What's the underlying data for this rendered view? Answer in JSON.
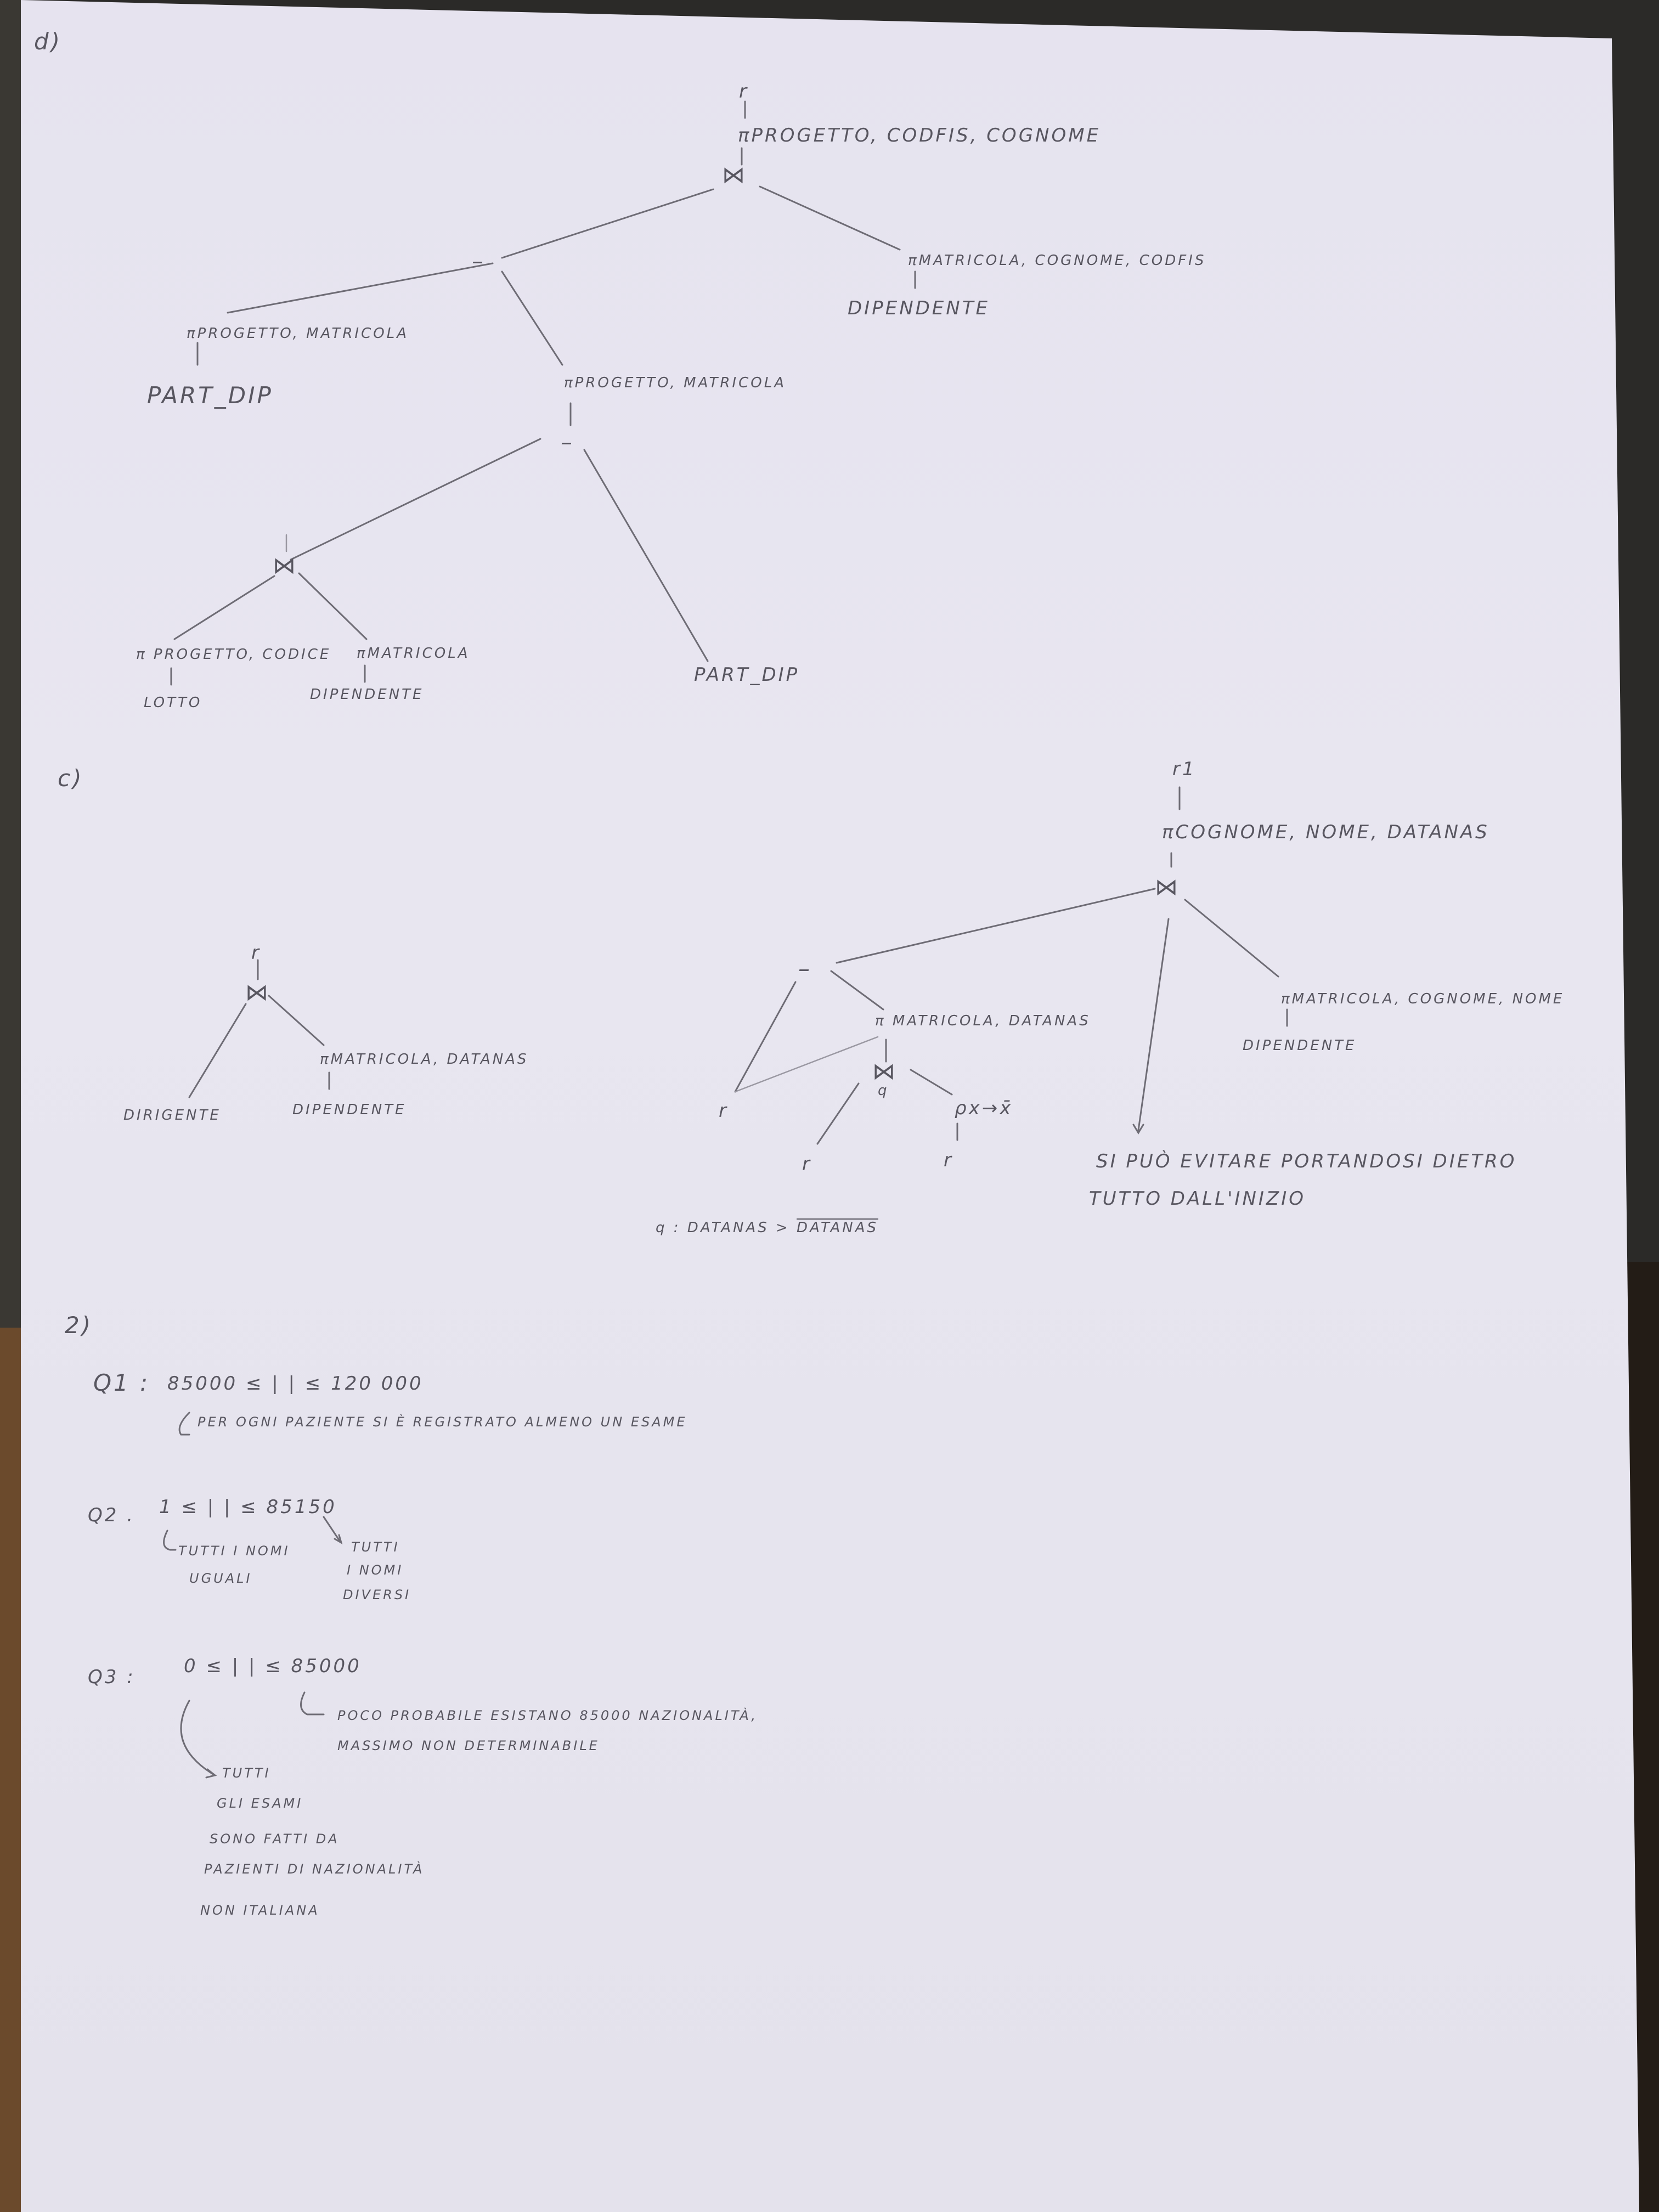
{
  "section_d": {
    "label": "d)",
    "root_relation": "r",
    "root_projection": "πPROGETTO, CODFIS, COGNOME",
    "join_symbol": "⋈",
    "minus_symbol": "–",
    "right_projection": "πMATRICOLA, COGNOME, CODFIS",
    "right_relation": "DIPENDENTE",
    "left_projection": "πPROGETTO, MATRICOLA",
    "left_relation": "PART_DIP",
    "mid_projection": "πPROGETTO, MATRICOLA",
    "lower_left_projection": "π PROGETTO, CODICE",
    "lower_left_relation": "LOTTO",
    "lower_mid_projection": "πMATRICOLA",
    "lower_mid_relation": "DIPENDENTE",
    "lower_right_relation": "PART_DIP"
  },
  "section_c": {
    "label": "c)",
    "left_tree": {
      "root_relation": "r",
      "join_symbol": "⋈",
      "left_relation": "DIRIGENTE",
      "right_projection": "πMATRICOLA, DATANAS",
      "right_relation": "DIPENDENTE"
    },
    "right_tree": {
      "root_relation": "r1",
      "root_projection": "πCOGNOME, NOME, DATANAS",
      "join_symbol": "⋈",
      "minus_symbol": "–",
      "right_projection": "πMATRICOLA, COGNOME, NOME",
      "right_relation": "DIPENDENTE",
      "mid_projection": "π MATRICOLA, DATANAS",
      "theta_join_symbol": "⋈",
      "theta_label": "q",
      "rename": "ρx→x̄",
      "leaf_r1": "r",
      "leaf_r2": "r",
      "leaf_r3": "r",
      "predicate_prefix": "q : DATANAS >",
      "predicate_operand": "DATANAS",
      "note_line1": "SI PUÒ EVITARE PORTANDOSI DIETRO",
      "note_line2": "TUTTO DALL'INIZIO"
    }
  },
  "section_2": {
    "label": "2)",
    "q1": {
      "label": "Q1 :",
      "bound": "85000 ≤ | | ≤ 120 000",
      "note": "PER OGNI PAZIENTE SI È REGISTRATO ALMENO UN ESAME"
    },
    "q2": {
      "label": "Q2 .",
      "bound": "1 ≤ | | ≤ 85150",
      "note_left_1": "TUTTI I NOMI",
      "note_left_2": "UGUALI",
      "note_right_1": "TUTTI",
      "note_right_2": "I NOMI",
      "note_right_3": "DIVERSI"
    },
    "q3": {
      "label": "Q3 :",
      "bound": "0 ≤ | | ≤ 85000",
      "note_right_1": "POCO PROBABILE ESISTANO 85000 NAZIONALITÀ,",
      "note_right_2": "MASSIMO NON DETERMINABILE",
      "note_left_1": "TUTTI",
      "note_left_2": "GLI ESAMI",
      "note_left_3": "SONO FATTI DA",
      "note_left_4": "PAZIENTI DI NAZIONALITÀ",
      "note_left_5": "NON ITALIANA"
    }
  }
}
